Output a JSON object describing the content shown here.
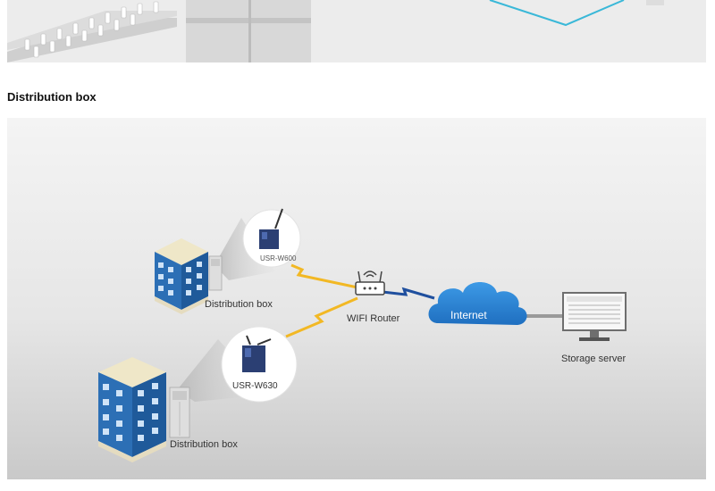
{
  "section": {
    "title": "Distribution box"
  },
  "diagram": {
    "device_top_label": "USR-W600",
    "device_bottom_label": "USR-W630",
    "building_top_label": "Distribution box",
    "building_bottom_label": "Distribution box",
    "router_label": "WIFI Router",
    "cloud_label": "Internet",
    "server_label": "Storage server"
  },
  "colors": {
    "wireless_link": "#f2b824",
    "network_link": "#1f4f9e",
    "cloud": "#2f86d6",
    "building": "#2c6fb5",
    "top_banner_line": "#3ab8d8"
  }
}
